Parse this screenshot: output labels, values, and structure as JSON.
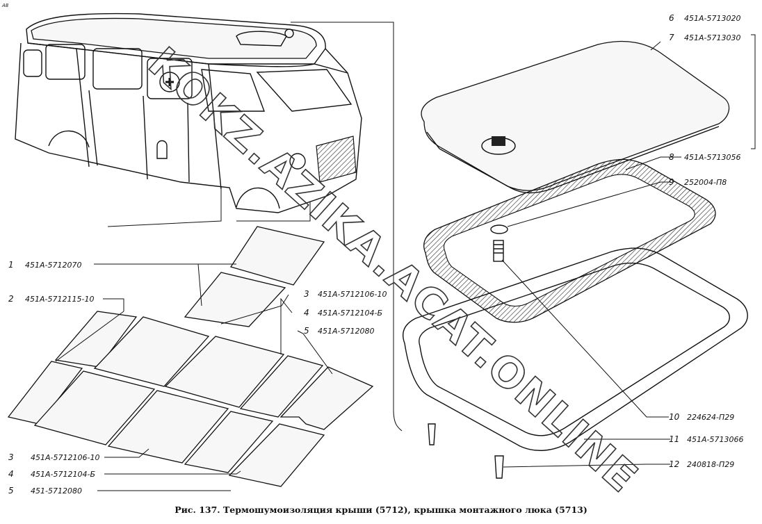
{
  "corner_mark": "A8",
  "caption": "Рис. 137. Термошумоизоляция крыши (5712), крышка монтажного люка (5713)",
  "watermark": "KOKZ.AZIKA.ACAT.ONLINE",
  "left_callouts": [
    {
      "num": "1",
      "code": "451А-5712070"
    },
    {
      "num": "2",
      "code": "451А-5712115-10"
    },
    {
      "num": "3",
      "code": "451А-5712106-10"
    },
    {
      "num": "4",
      "code": "451А-5712104-Б"
    },
    {
      "num": "5",
      "code": "451А-5712080"
    }
  ],
  "bottom_callouts": [
    {
      "num": "3",
      "code": "451А-5712106-10"
    },
    {
      "num": "4",
      "code": "451А-5712104-Б"
    },
    {
      "num": "5",
      "code": "451-5712080"
    }
  ],
  "right_callouts": [
    {
      "num": "6",
      "code": "451А-5713020"
    },
    {
      "num": "7",
      "code": "451А-5713030"
    },
    {
      "num": "8",
      "code": "451А-5713056"
    },
    {
      "num": "9",
      "code": "252004-П8"
    },
    {
      "num": "10",
      "code": "224624-П29"
    },
    {
      "num": "11",
      "code": "451А-5713066"
    },
    {
      "num": "12",
      "code": "240818-П29"
    }
  ]
}
